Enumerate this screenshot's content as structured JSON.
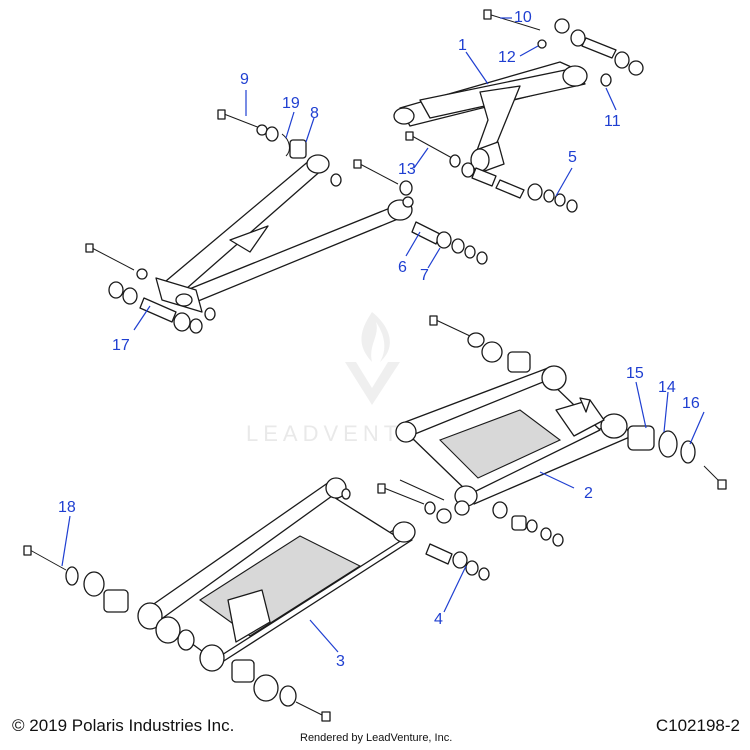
{
  "watermark": {
    "text": "LEADVENTURE"
  },
  "callouts": [
    {
      "id": "1",
      "label": "1"
    },
    {
      "id": "2",
      "label": "2"
    },
    {
      "id": "3",
      "label": "3"
    },
    {
      "id": "4",
      "label": "4"
    },
    {
      "id": "5",
      "label": "5"
    },
    {
      "id": "6",
      "label": "6"
    },
    {
      "id": "7",
      "label": "7"
    },
    {
      "id": "8",
      "label": "8"
    },
    {
      "id": "9",
      "label": "9"
    },
    {
      "id": "10",
      "label": "10"
    },
    {
      "id": "11",
      "label": "11"
    },
    {
      "id": "12",
      "label": "12"
    },
    {
      "id": "13",
      "label": "13"
    },
    {
      "id": "14",
      "label": "14"
    },
    {
      "id": "15",
      "label": "15"
    },
    {
      "id": "16",
      "label": "16"
    },
    {
      "id": "17",
      "label": "17"
    },
    {
      "id": "18",
      "label": "18"
    },
    {
      "id": "19",
      "label": "19"
    }
  ],
  "footer": {
    "copyright": "© 2019 Polaris Industries Inc.",
    "rendered_by": "Rendered by LeadVenture, Inc.",
    "figure_id": "C102198-2"
  },
  "colors": {
    "callout": "#1f3fd1",
    "line": "#1a1a1a"
  }
}
